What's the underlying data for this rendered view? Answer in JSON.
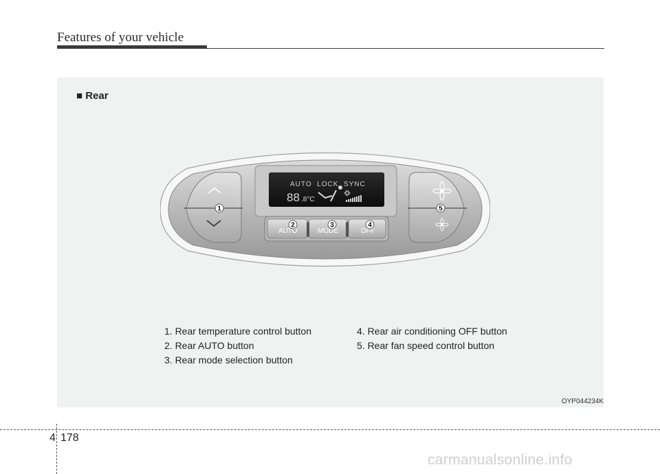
{
  "header": {
    "title": "Features of your vehicle"
  },
  "section": {
    "label": "■ Rear"
  },
  "controller": {
    "display_row": "AUTO  LOCK  SYNC",
    "display_temp": "88",
    "display_unit": ".8°C",
    "button_auto": "AUTO",
    "button_mode": "MODE",
    "button_off": "OFF",
    "callouts": [
      "1",
      "2",
      "3",
      "4",
      "5"
    ]
  },
  "legend": {
    "left": [
      "1. Rear temperature control button",
      "2. Rear AUTO button",
      "3. Rear mode selection button"
    ],
    "right": [
      "4. Rear air conditioning OFF button",
      "5. Rear fan speed control button"
    ]
  },
  "image_code": "OYP044234K",
  "footer": {
    "section": "4",
    "page": "178"
  },
  "watermark": "carmanualsonline.info"
}
